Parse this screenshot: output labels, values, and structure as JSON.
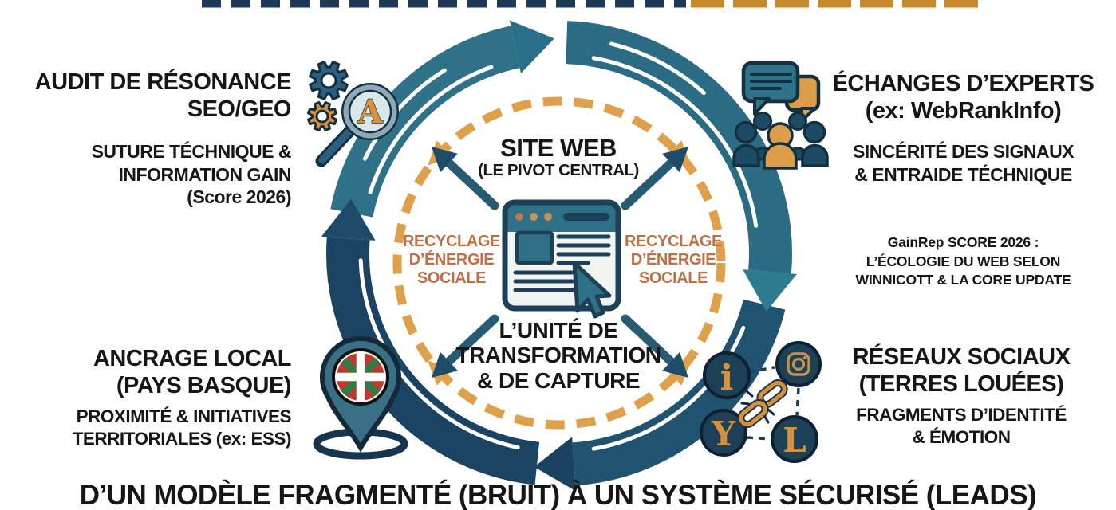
{
  "meta": {
    "kind": "seo-strategy-cycle-infographic",
    "language": "fr"
  },
  "colors": {
    "teal_arc": "#2F7187",
    "navy_arc": "#1B4462",
    "orange_dash": "#DFA04C",
    "orange_text": "#BE7044",
    "ink": "#161616",
    "background": "#FFFFFF",
    "top_strip_left": "#1E3A56",
    "top_strip_right": "#C8882E"
  },
  "quadrants": {
    "audit": {
      "title": [
        "AUDIT DE RÉSONANCE",
        "SEO/GEO"
      ],
      "subtitle": [
        "SUTURE TÉCHNIQUE &",
        "INFORMATION GAIN",
        "(Score 2026)"
      ],
      "icon": "seo-audit-gears-magnifier"
    },
    "experts": {
      "title": [
        "ÉCHANGES D’EXPERTS",
        "(ex: WebRankInfo)"
      ],
      "subtitle": [
        "SINCÉRITÉ DES SIGNAUX",
        "& ENTRAIDE TÉCHNIQUE"
      ],
      "icon": "expert-community-chat"
    },
    "local": {
      "title": [
        "ANCRAGE LOCAL",
        "(PAYS BASQUE)"
      ],
      "subtitle": [
        "PROXIMITÉ & INITIATIVES",
        "TERRITORIALES (ex: ESS)"
      ],
      "icon": "basque-flag-map-pin"
    },
    "social": {
      "title": [
        "RÉSEAUX SOCIAUX",
        "(TERRES LOUÉES)"
      ],
      "subtitle": [
        "FRAGMENTS D’IDENTITÉ",
        "& ÉMOTION"
      ],
      "icon": "social-networks-broken-chain"
    }
  },
  "side_note": {
    "lines": [
      "GainRep SCORE 2026 :",
      "L’ÉCOLOGIE DU WEB SELON",
      "WINNICOTT & LA CORE UPDATE"
    ]
  },
  "center": {
    "hub_title": "SITE WEB",
    "hub_subtitle": "(LE PIVOT CENTRAL)",
    "unit_lines": [
      "L’UNITÉ DE",
      "TRANSFORMATION",
      "& DE CAPTURE"
    ],
    "recycle_left": [
      "RECYCLAGE",
      "D’ÉNERGIE",
      "SOCIALE"
    ],
    "recycle_right": [
      "RECYCLAGE",
      "D’ÉNERGIE",
      "SOCIALE"
    ]
  },
  "footer": {
    "caption": "D’UN MODÈLE FRAGMENTÉ (BRUIT) À UN SYSTÈME SÉCURISÉ (LEADS)"
  },
  "icon_glyphs": {
    "magnifier_letter": "A",
    "social_i": "i",
    "social_y": "Y",
    "social_l": "L"
  }
}
